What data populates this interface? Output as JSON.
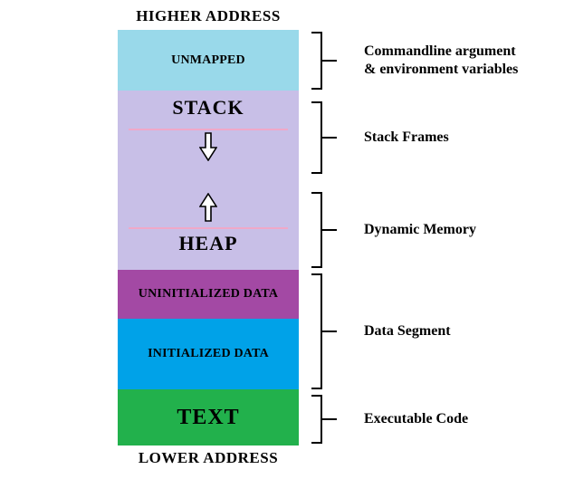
{
  "diagram": {
    "top_label": "HIGHER ADDRESS",
    "bottom_label": "LOWER ADDRESS",
    "colors": {
      "unmapped": "#99d9ea",
      "stack_heap": "#c8bfe7",
      "uninitialized": "#a349a4",
      "initialized": "#00a2e8",
      "text": "#22b14c",
      "divider": "#f0a8c8"
    },
    "blocks": {
      "unmapped": "UNMAPPED",
      "stack": "STACK",
      "heap": "HEAP",
      "uninitialized": "UNINITIALIZED DATA",
      "initialized": "INITIALIZED DATA",
      "text": "TEXT"
    },
    "icons": {
      "stack_growth": "down-arrow",
      "heap_growth": "up-arrow"
    },
    "annotations": {
      "unmapped_line1": "Commandline argument",
      "unmapped_line2": "& environment variables",
      "stack": "Stack  Frames",
      "heap": "Dynamic Memory",
      "data": "Data Segment",
      "text": "Executable Code"
    }
  }
}
